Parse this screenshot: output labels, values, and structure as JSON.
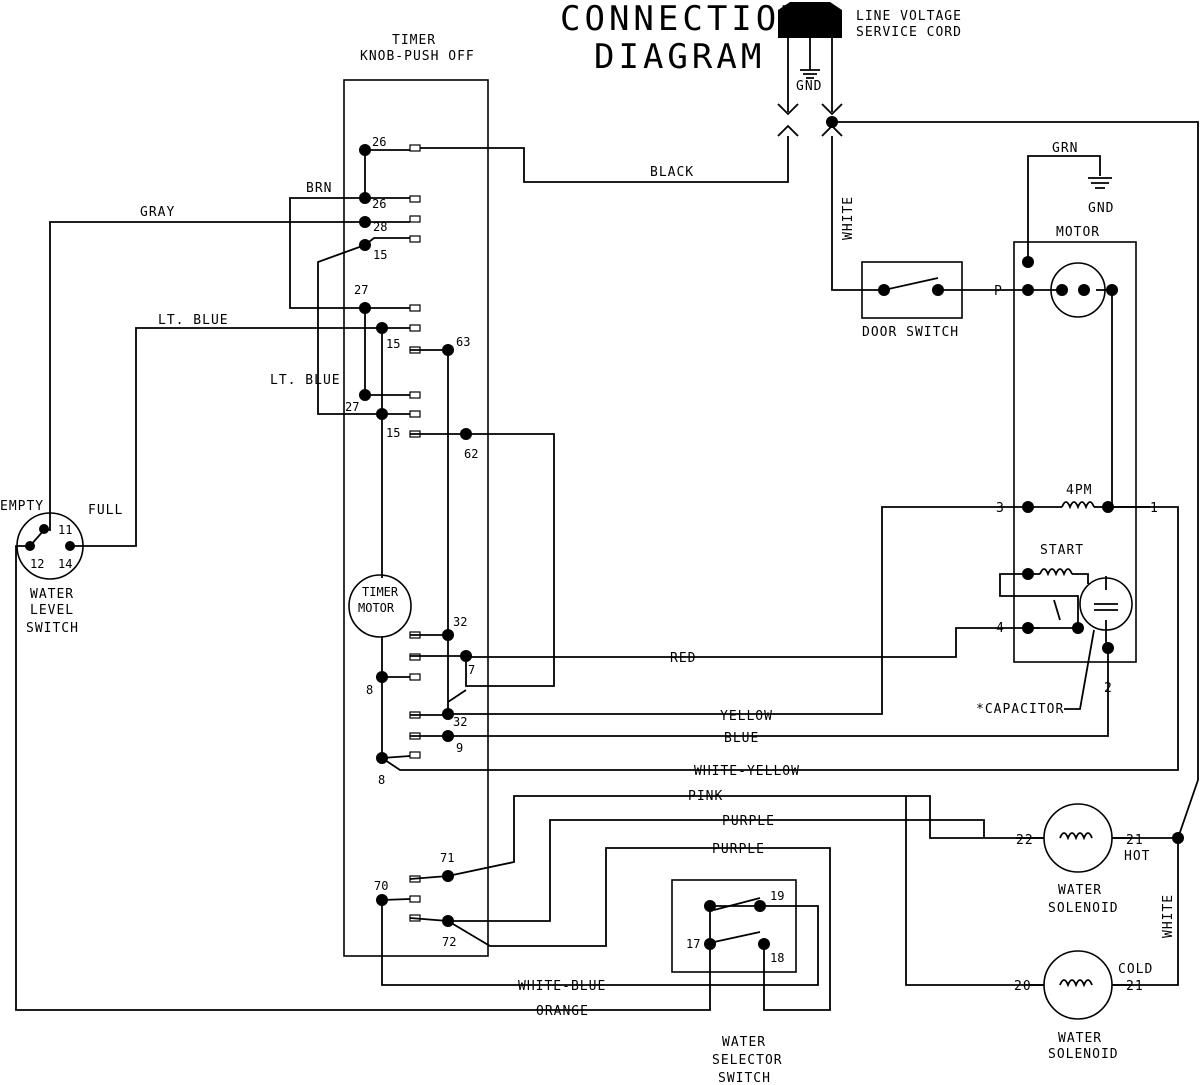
{
  "header": {
    "title_line1": "CONNECTION",
    "title_line2": "DIAGRAM",
    "cord_line1": "LINE VOLTAGE",
    "cord_line2": "SERVICE CORD",
    "gnd": "GND"
  },
  "timer": {
    "title_line1": "TIMER",
    "title_line2": "KNOB-PUSH OFF",
    "motor_line1": "TIMER",
    "motor_line2": "MOTOR",
    "terminals": [
      "26",
      "26",
      "28",
      "15",
      "27",
      "15",
      "63",
      "27",
      "15",
      "62",
      "32",
      "7",
      "8",
      "32",
      "9",
      "8",
      "71",
      "70",
      "72"
    ]
  },
  "wires": {
    "black": "BLACK",
    "white": "WHITE",
    "gray": "GRAY",
    "brn": "BRN",
    "lt_blue_1": "LT. BLUE",
    "lt_blue_2": "LT. BLUE",
    "red": "RED",
    "yellow": "YELLOW",
    "blue": "BLUE",
    "white_yellow": "WHITE-YELLOW",
    "pink": "PINK",
    "purple_1": "PURPLE",
    "purple_2": "PURPLE",
    "white_blue": "WHITE-BLUE",
    "orange": "ORANGE",
    "white_vertical": "WHITE"
  },
  "water_level_switch": {
    "empty": "EMPTY",
    "full": "FULL",
    "t11": "11",
    "t12": "12",
    "t14": "14",
    "name_line1": "WATER",
    "name_line2": "LEVEL",
    "name_line3": "SWITCH"
  },
  "door_switch": {
    "name": "DOOR SWITCH"
  },
  "motor": {
    "name": "MOTOR",
    "grn": "GRN",
    "gnd": "GND",
    "p": "P",
    "pm": "4PM",
    "start": "START",
    "t1": "1",
    "t2": "2",
    "t3": "3",
    "t4": "4",
    "capacitor": "*CAPACITOR"
  },
  "water_solenoid_hot": {
    "t22": "22",
    "t21": "21",
    "hot": "HOT",
    "name_line1": "WATER",
    "name_line2": "SOLENOID"
  },
  "water_solenoid_cold": {
    "t20": "20",
    "t21": "21",
    "cold": "COLD",
    "name_line1": "WATER",
    "name_line2": "SOLENOID"
  },
  "water_selector_switch": {
    "t17": "17",
    "t18": "18",
    "t19": "19",
    "name_line1": "WATER",
    "name_line2": "SELECTOR",
    "name_line3": "SWITCH"
  }
}
